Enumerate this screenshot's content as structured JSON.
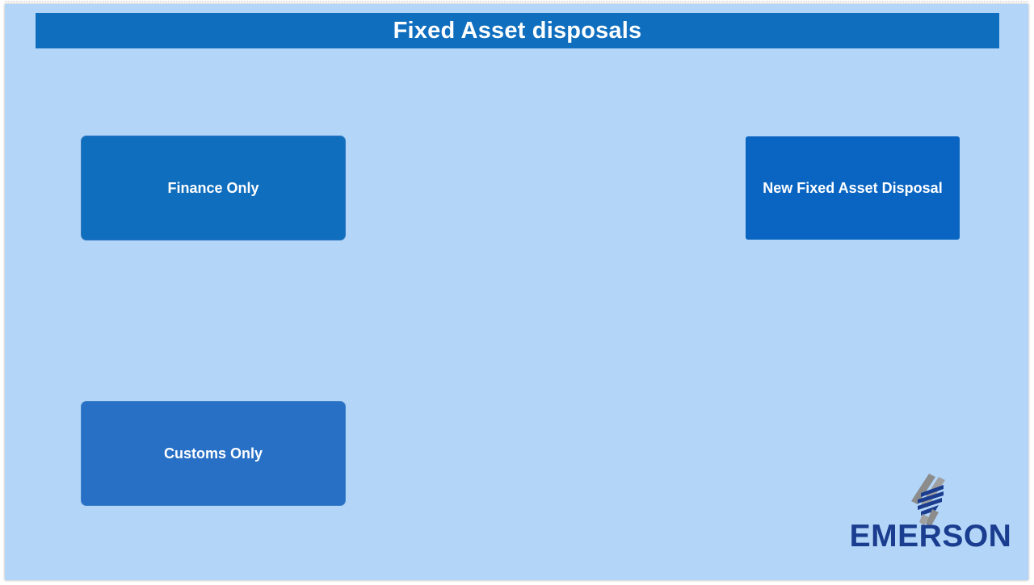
{
  "header": {
    "title": "Fixed Asset disposals"
  },
  "tiles": {
    "finance_only": "Finance Only",
    "customs_only": "Customs Only",
    "new_disposal": "New Fixed Asset Disposal"
  },
  "logo": {
    "text": "EMERSON",
    "icon": "emerson-logo-icon"
  },
  "colors": {
    "background": "#b3d5f8",
    "title_bar": "#106ebe",
    "tile_finance": "#106ebe",
    "tile_customs": "#2870c5",
    "tile_new": "#0a65c2",
    "logo": "#1b3d8f"
  }
}
